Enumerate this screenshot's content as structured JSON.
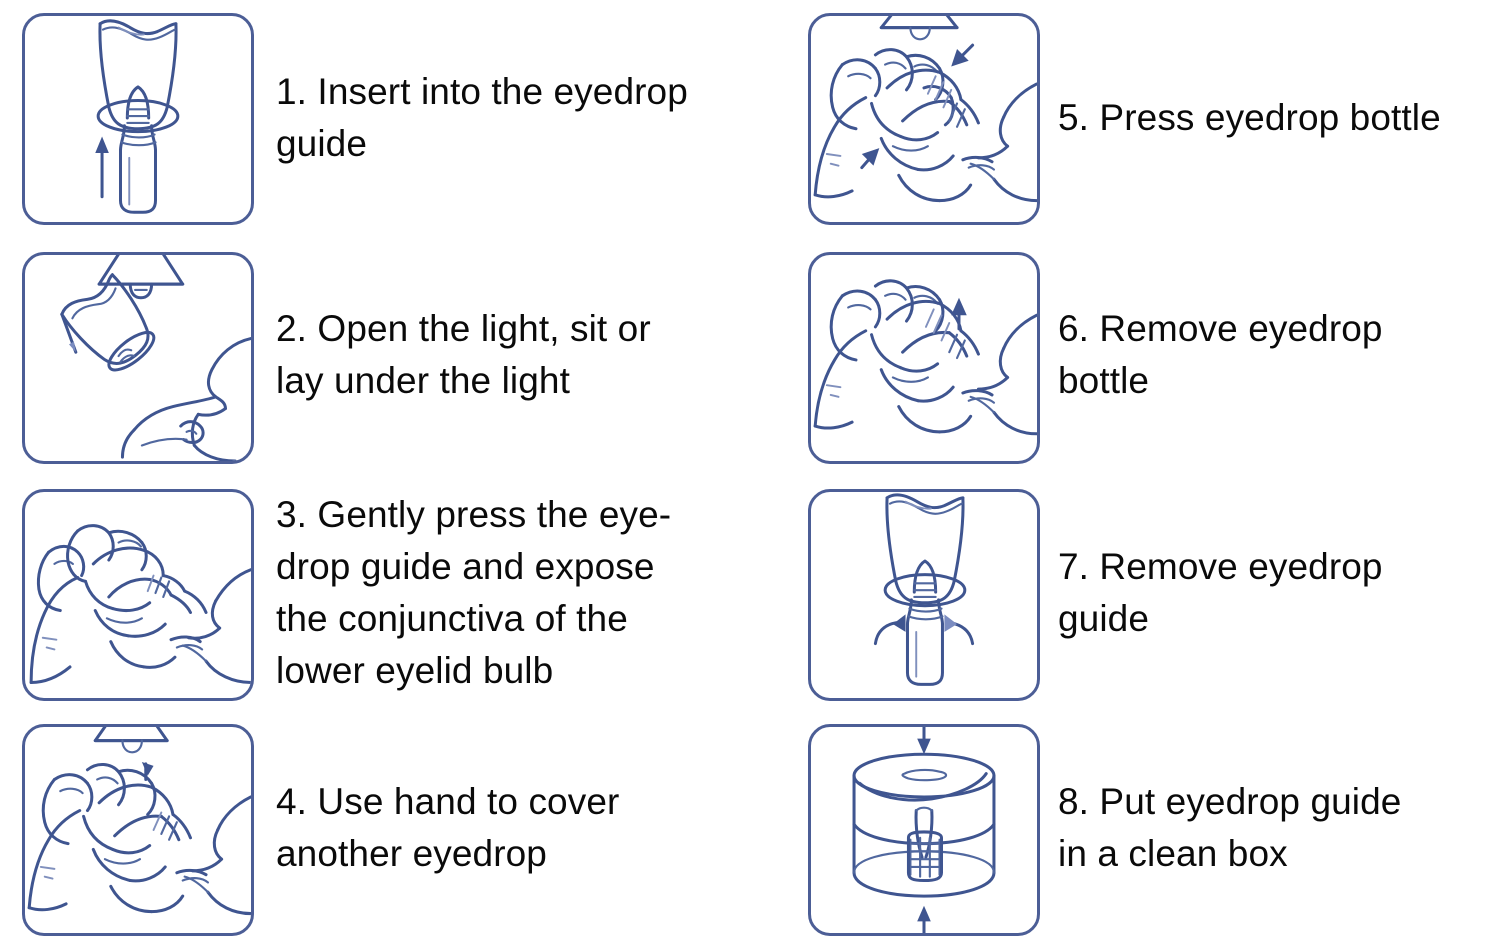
{
  "document": {
    "kind": "instruction-diagram",
    "title": "Eyedrop guide usage instructions",
    "layout": "two-column, four rows, numbered steps 1-8",
    "background_color": "#ffffff",
    "line_color": "#3f5590",
    "border_color": "#4c5e96",
    "text_color": "#0a0a0a"
  },
  "steps": [
    {
      "number": "1",
      "text": "1. Insert into the eyedrop\nguide",
      "illustration": "eyedrop-guide-with-bottle-inserting-up-arrow",
      "column": "left",
      "row": 1
    },
    {
      "number": "2",
      "text": "2. Open the light, sit or\nlay under the light",
      "illustration": "lamp-above-face-profile",
      "column": "left",
      "row": 2
    },
    {
      "number": "3",
      "text": "3. Gently press the eye-\ndrop guide and expose\nthe conjunctiva of the\nlower eyelid bulb",
      "illustration": "hand-pressing-guide-against-lower-eyelid",
      "column": "left",
      "row": 3
    },
    {
      "number": "4",
      "text": "4. Use hand to cover\nanother eyedrop",
      "illustration": "hand-covering-other-eye-under-lamp",
      "column": "left",
      "row": 4
    },
    {
      "number": "5",
      "text": "5. Press eyedrop bottle",
      "illustration": "hand-squeezing-bottle-down-arrow",
      "column": "right",
      "row": 1
    },
    {
      "number": "6",
      "text": "6. Remove eyedrop\nbottle",
      "illustration": "hand-lifting-bottle-up-arrow",
      "column": "right",
      "row": 2
    },
    {
      "number": "7",
      "text": "7. Remove eyedrop\nguide",
      "illustration": "guide-with-bottle-twist-arrows",
      "column": "right",
      "row": 3
    },
    {
      "number": "8",
      "text": "8. Put eyedrop guide\nin a clean box",
      "illustration": "cylindrical-clean-box-with-guide-inside-arrows",
      "column": "right",
      "row": 4
    }
  ]
}
